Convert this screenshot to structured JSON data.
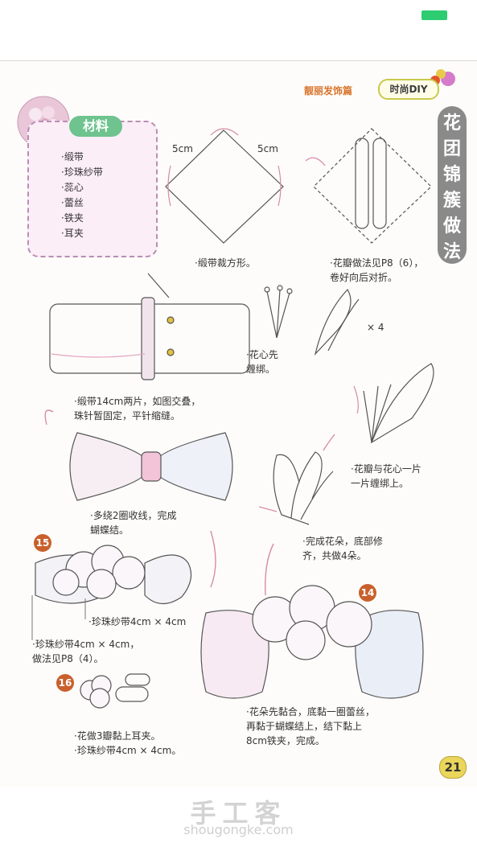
{
  "header": {
    "section": "靓丽发饰篇",
    "badge": "时尚DIY",
    "title_chars": [
      "花",
      "团",
      "锦",
      "簇",
      "做",
      "法"
    ]
  },
  "materials": {
    "title": "材料",
    "items": [
      "·缎带",
      "·珍珠纱带",
      "·蕊心",
      "·蕾丝",
      "·铁夹",
      "·耳夹"
    ]
  },
  "dimensions": {
    "side_a": "5cm",
    "side_b": "5cm",
    "times_four": "× 4"
  },
  "steps": {
    "cut_square": "·缎带裁方形。",
    "petal": [
      "·花瓣做法见P8（6），",
      "卷好向后对折。"
    ],
    "stamen": [
      "·花心先",
      "缠绑。"
    ],
    "ribbon": [
      "·缎带14cm两片，如图交叠，",
      "珠针暂固定，平针缩缝。"
    ],
    "wrap_petals": [
      "·花瓣与花心一片",
      "一片缠绑上。"
    ],
    "bow": [
      "·多绕2圈收线，完成",
      "蝴蝶结。"
    ],
    "finish_flower": [
      "·完成花朵，底部修",
      "齐，共做4朵。"
    ],
    "mesh_a": "·珍珠纱带4cm × 4cm",
    "mesh_b": [
      "·珍珠纱带4cm × 4cm，",
      "做法见P8（4）。"
    ],
    "assemble": [
      "·花朵先黏合，底黏一圈蕾丝，",
      "再黏于蝴蝶结上，结下黏上",
      "8cm铁夹，完成。"
    ],
    "earclip": [
      "·花做3瓣黏上耳夹。",
      "·珍珠纱带4cm × 4cm。"
    ]
  },
  "step_numbers": {
    "n15": "15",
    "n14": "14",
    "n16": "16"
  },
  "page_number": "21",
  "watermark": {
    "cn": "手工客",
    "url": "shougongke.com"
  }
}
